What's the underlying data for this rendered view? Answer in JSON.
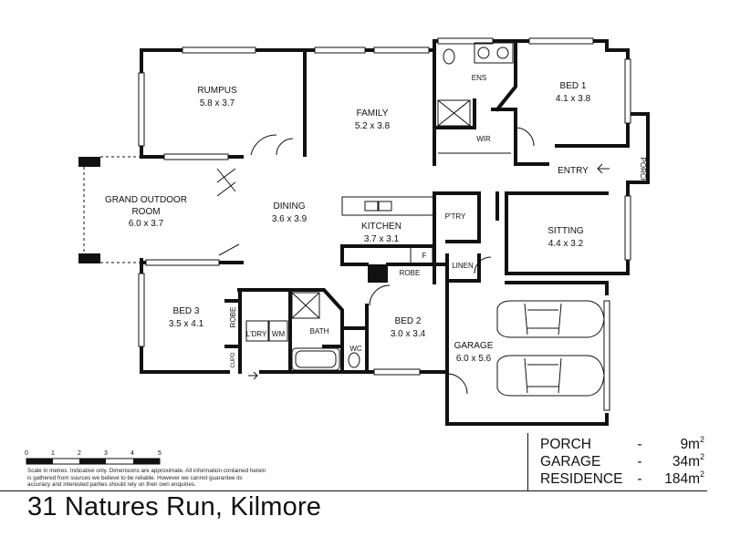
{
  "title": "31 Natures Run, Kilmore",
  "disclaimer": "Scale in metres. Indicative only. Dimensions are approximate. All information contained herein is gathered from sources we believe to be reliable. However we cannot guarantee its accuracy and interested parties should rely on their own enquiries.",
  "scale_ticks": [
    "0",
    "1",
    "2",
    "3",
    "4",
    "5"
  ],
  "areas": [
    {
      "name": "PORCH",
      "dash": "-",
      "value": "9m",
      "unit": "2"
    },
    {
      "name": "GARAGE",
      "dash": "-",
      "value": "34m",
      "unit": "2"
    },
    {
      "name": "RESIDENCE",
      "dash": "-",
      "value": "184m",
      "unit": "2"
    }
  ],
  "rooms": {
    "rumpus": {
      "name": "RUMPUS",
      "dims": "5.8 x 3.7"
    },
    "family": {
      "name": "FAMILY",
      "dims": "5.2 x 3.8"
    },
    "ens": {
      "name": "ENS"
    },
    "bed1": {
      "name": "BED 1",
      "dims": "4.1 x 3.8"
    },
    "wir": {
      "name": "WIR"
    },
    "entry": {
      "name": "ENTRY"
    },
    "porch": {
      "name": "PORCH"
    },
    "outdoor": {
      "name1": "GRAND OUTDOOR",
      "name2": "ROOM",
      "dims": "6.0 x 3.7"
    },
    "dining": {
      "name": "DINING",
      "dims": "3.6 x 3.9"
    },
    "kitchen": {
      "name": "KITCHEN",
      "dims": "3.7 x 3.1"
    },
    "pantry": {
      "name": "P'TRY"
    },
    "sitting": {
      "name": "SITTING",
      "dims": "4.4 x 3.2"
    },
    "fridge": {
      "name": "F"
    },
    "robe_k": {
      "name": "ROBE"
    },
    "linen": {
      "name": "LINEN"
    },
    "bed3": {
      "name": "BED 3",
      "dims": "3.5 x 4.1"
    },
    "robe3": {
      "name": "ROBE"
    },
    "laundry": {
      "name": "L'DRY"
    },
    "wm": {
      "name": "WM"
    },
    "bath": {
      "name": "BATH"
    },
    "cupd": {
      "name": "CUPD"
    },
    "wc": {
      "name": "WC"
    },
    "bed2": {
      "name": "BED 2",
      "dims": "3.0 x 3.4"
    },
    "garage": {
      "name": "GARAGE",
      "dims": "6.0 x 5.6"
    }
  }
}
